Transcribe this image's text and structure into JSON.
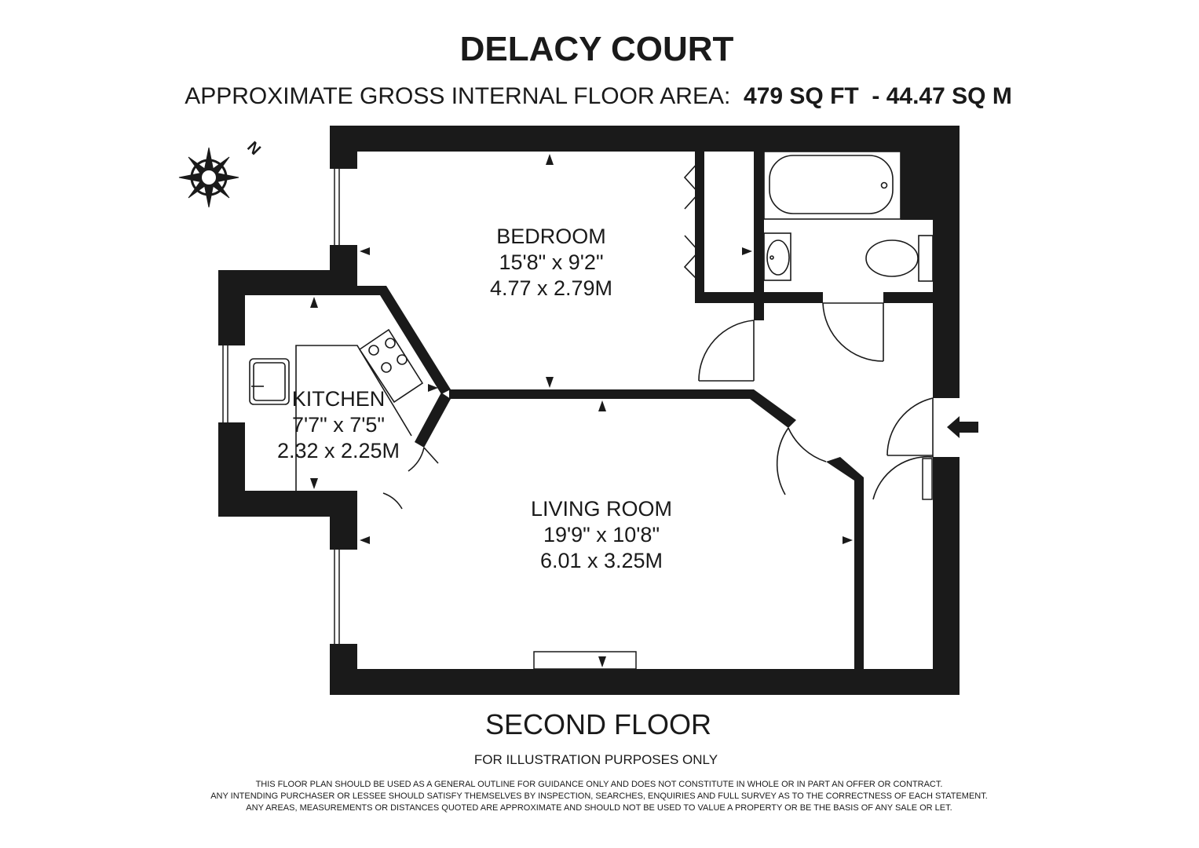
{
  "title": "DELACY COURT",
  "area": {
    "label": "APPROXIMATE GROSS INTERNAL FLOOR AREA:",
    "sqft": "479 SQ FT",
    "sqm": "- 44.47 SQ M"
  },
  "compass": {
    "label": "N"
  },
  "rooms": {
    "bedroom": {
      "name": "BEDROOM",
      "imperial": "15'8\" x 9'2\"",
      "metric": "4.77 x 2.79M"
    },
    "kitchen": {
      "name": "KITCHEN",
      "imperial": "7'7\" x 7'5\"",
      "metric": "2.32 x 2.25M"
    },
    "living": {
      "name": "LIVING ROOM",
      "imperial": "19'9\" x 10'8\"",
      "metric": "6.01 x 3.25M"
    }
  },
  "floor_label": "SECOND FLOOR",
  "illustration_note": "FOR ILLUSTRATION PURPOSES ONLY",
  "disclaimer": [
    "THIS FLOOR PLAN SHOULD BE USED AS A GENERAL OUTLINE FOR GUIDANCE ONLY AND DOES NOT CONSTITUTE IN WHOLE OR IN PART AN OFFER OR CONTRACT.",
    "ANY INTENDING PURCHASER OR LESSEE SHOULD SATISFY THEMSELVES BY INSPECTION, SEARCHES, ENQUIRIES AND FULL SURVEY AS TO THE CORRECTNESS OF EACH STATEMENT.",
    "ANY AREAS, MEASUREMENTS OR DISTANCES QUOTED ARE APPROXIMATE AND SHOULD NOT BE USED TO VALUE A PROPERTY OR BE THE BASIS OF ANY SALE OR LET."
  ],
  "colors": {
    "wall": "#1a1a1a",
    "line": "#1a1a1a",
    "background": "#ffffff"
  }
}
